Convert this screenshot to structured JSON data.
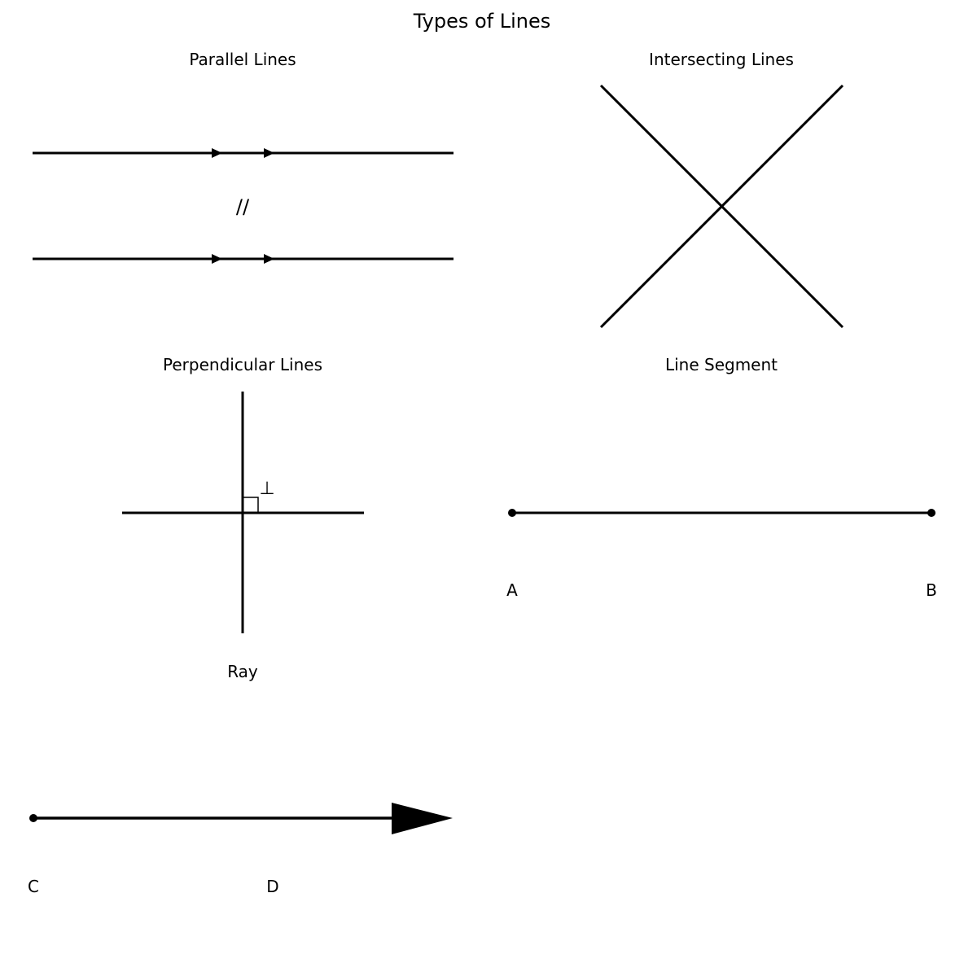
{
  "title": "Types of Lines",
  "panels": {
    "parallel": {
      "title": "Parallel Lines",
      "symbol": "//"
    },
    "intersecting": {
      "title": "Intersecting Lines"
    },
    "perpendicular": {
      "title": "Perpendicular Lines",
      "symbol": "⊥"
    },
    "segment": {
      "title": "Line Segment",
      "start_label": "A",
      "end_label": "B"
    },
    "ray": {
      "title": "Ray",
      "start_label": "C",
      "point_label": "D"
    }
  },
  "colors": {
    "ink": "#000000",
    "background": "#ffffff"
  }
}
